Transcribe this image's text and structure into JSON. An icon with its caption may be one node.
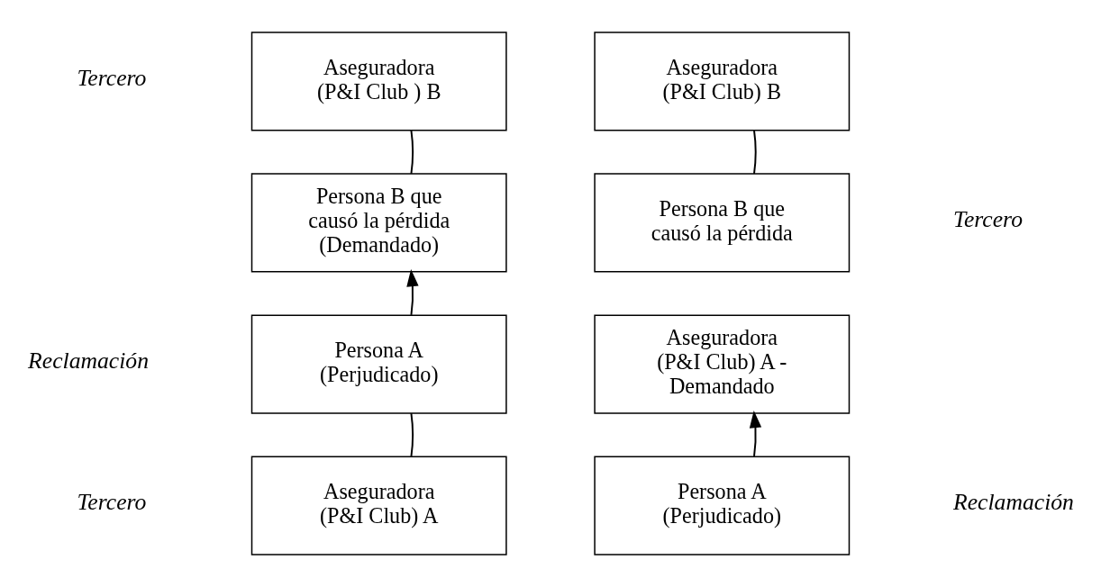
{
  "diagram": {
    "nodes": [
      {
        "text": [
          "Aseguradora (P&I Club ) B"
        ]
      },
      {
        "text": [
          "Persona B que causó la pérdida (Demandado)"
        ]
      },
      {
        "text": [
          "Persona A (Perjudicado)"
        ]
      },
      {
        "text": [
          "Aseguradora (P&I Club) A"
        ]
      },
      {
        "text": [
          "Aseguradora (P&I Club) B"
        ]
      },
      {
        "text": [
          "Persona B que causó la pérdida"
        ]
      },
      {
        "text": [
          "Aseguradora (P&I Club) A - Demandado"
        ]
      },
      {
        "text": [
          "Persona A (Perjudicado)"
        ]
      }
    ],
    "edges": [
      {
        "from": 0,
        "to": 1,
        "arrow": "none"
      },
      {
        "from": 2,
        "to": 1,
        "arrow": "to"
      },
      {
        "from": 3,
        "to": 2,
        "arrow": "none"
      },
      {
        "from": 4,
        "to": 5,
        "arrow": "none"
      },
      {
        "from": 7,
        "to": 6,
        "arrow": "to"
      }
    ],
    "labels": [
      "Tercero",
      "Tercero",
      "Reclamación",
      "Reclamación",
      "Tercero"
    ]
  }
}
